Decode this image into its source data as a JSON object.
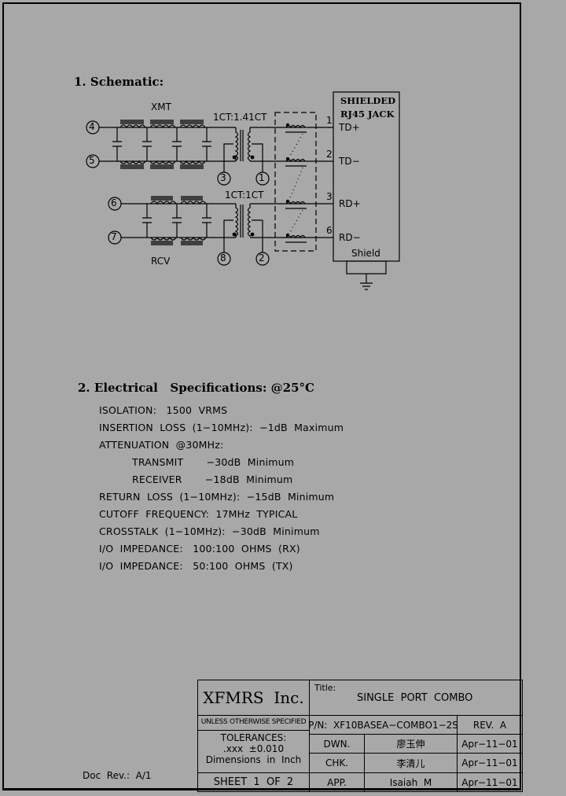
{
  "schematic": {
    "heading": "1. Schematic:",
    "xmt_label": "XMT",
    "rcv_label": "RCV",
    "tx_ratio": "1CT:1.41CT",
    "rx_ratio": "1CT:1CT",
    "input_pins": [
      "4",
      "5",
      "6",
      "7"
    ],
    "ct_pins": [
      "3",
      "1",
      "8",
      "2"
    ],
    "jack": {
      "title_line1": "SHIELDED",
      "title_line2": "RJ45  JACK",
      "pins": [
        {
          "num": "1",
          "label": "TD+"
        },
        {
          "num": "2",
          "label": "TD−"
        },
        {
          "num": "3",
          "label": "RD+"
        },
        {
          "num": "6",
          "label": "RD−"
        }
      ],
      "shield_label": "Shield"
    }
  },
  "specs": {
    "heading": "2. Electrical   Specifications: @25°C",
    "lines": [
      {
        "text": "ISOLATION:   1500  VRMS",
        "indent": 0
      },
      {
        "text": "INSERTION  LOSS  (1−10MHz):  −1dB  Maximum",
        "indent": 0
      },
      {
        "text": "ATTENUATION  @30MHz:",
        "indent": 0
      },
      {
        "text": "TRANSMIT       −30dB  Minimum",
        "indent": 1
      },
      {
        "text": "RECEIVER       −18dB  Minimum",
        "indent": 1
      },
      {
        "text": "RETURN  LOSS  (1−10MHz):  −15dB  Minimum",
        "indent": 0
      },
      {
        "text": "CUTOFF  FREQUENCY:  17MHz  TYPICAL",
        "indent": 0
      },
      {
        "text": "CROSSTALK  (1−10MHz):  −30dB  Minimum",
        "indent": 0
      },
      {
        "text": "I/O  IMPEDANCE:   100:100  OHMS  (RX)",
        "indent": 0
      },
      {
        "text": "I/O  IMPEDANCE:   50:100  OHMS  (TX)",
        "indent": 0
      }
    ]
  },
  "doc_rev": "Doc  Rev.:  A/1",
  "title_block": {
    "company": "XFMRS  Inc.",
    "title_label": "Title:",
    "title": "SINGLE  PORT  COMBO",
    "unless": "UNLESS OTHERWISE SPECIFIED",
    "tolerances": "TOLERANCES:",
    "tol_value": ".xxx  ±0.010",
    "dims": "Dimensions  in  Inch",
    "sheet": "SHEET  1  OF  2",
    "pn": "P/N:  XF10BASEA−COMBO1−2S",
    "rev": "REV.  A",
    "rows": [
      {
        "role": "DWN.",
        "name": "廖玉伸",
        "date": "Apr−11−01"
      },
      {
        "role": "CHK.",
        "name": "李清儿",
        "date": "Apr−11−01"
      },
      {
        "role": "APP.",
        "name": "Isaiah  M",
        "date": "Apr−11−01"
      }
    ]
  }
}
